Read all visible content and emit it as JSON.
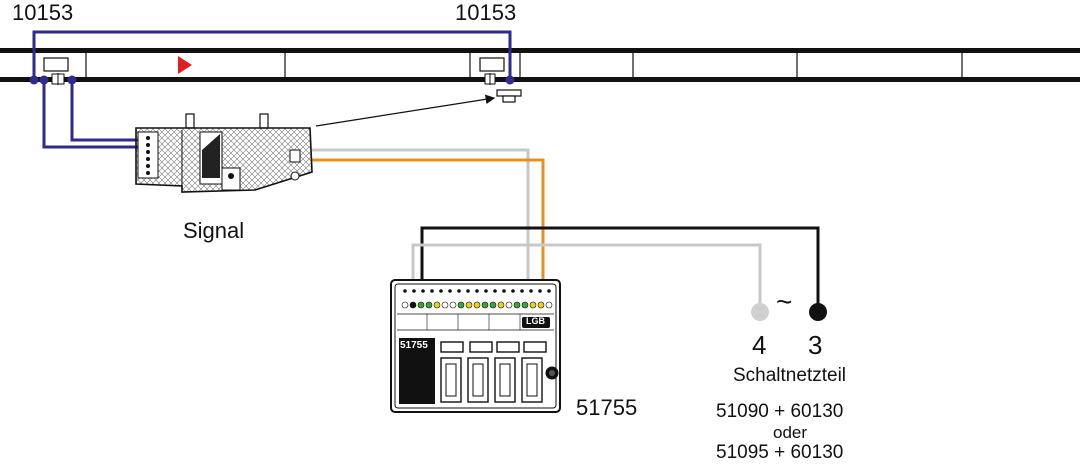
{
  "labels": {
    "track_left": "10153",
    "track_right": "10153",
    "signal": "Signal",
    "module": "51755",
    "module_badge": "51755",
    "module_logo": "LGB",
    "terminal_4": "4",
    "terminal_3": "3",
    "ac_symbol": "~",
    "power_supply": "Schaltnetzteil",
    "option_1": "51090 + 60130",
    "option_or": "oder",
    "option_2": "51095 + 60130"
  },
  "colors": {
    "blue_wire": "#2e2a8e",
    "orange_wire": "#e8901e",
    "grey_wire": "#c8c8c8",
    "black_wire": "#111111",
    "direction_arrow": "#e02020"
  },
  "icons": {
    "direction": "red-triangle-arrow",
    "terminal_grey": "grey-terminal-dot",
    "terminal_black": "black-terminal-dot"
  }
}
